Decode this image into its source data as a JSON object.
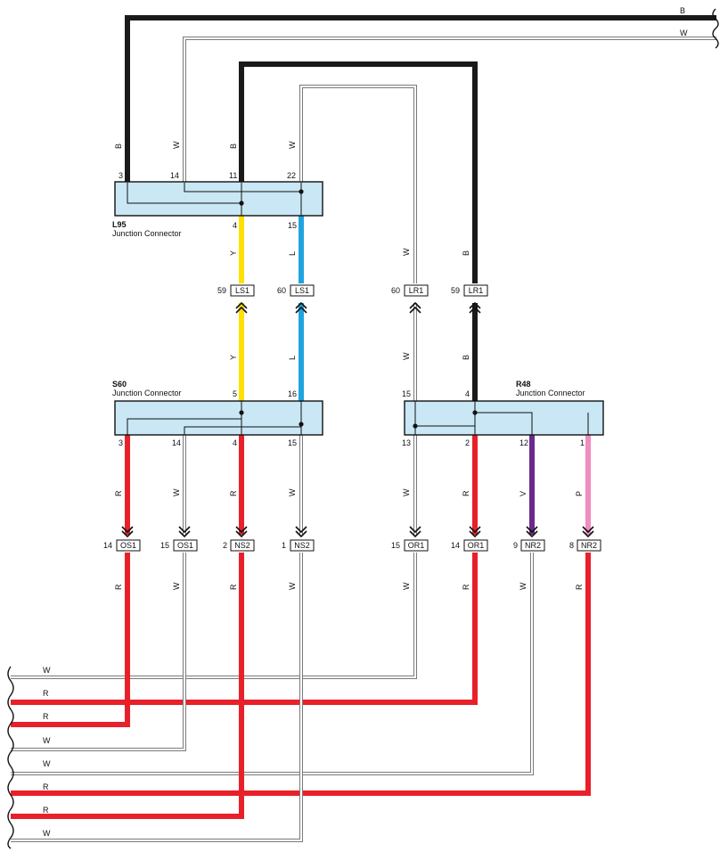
{
  "colors": {
    "B": "#1a1a1a",
    "R": "#e8202a",
    "Y": "#ffe000",
    "L": "#1fa4e0",
    "V": "#6a2a8c",
    "P": "#ef8cc0",
    "box": "#c9e7f5"
  },
  "connectors": {
    "l95": {
      "id": "L95",
      "title": "Junction Connector"
    },
    "s60": {
      "id": "S60",
      "title": "Junction Connector"
    },
    "r48": {
      "id": "R48",
      "title": "Junction Connector"
    }
  },
  "pins": {
    "l95_top": [
      "3",
      "14",
      "11",
      "22"
    ],
    "l95_bottom": [
      "4",
      "15"
    ],
    "s60_top": [
      "5",
      "16"
    ],
    "s60_bottom": [
      "3",
      "14",
      "4",
      "15"
    ],
    "r48_top": [
      "15",
      "4"
    ],
    "r48_bottom": [
      "13",
      "2",
      "12",
      "1"
    ]
  },
  "tags": {
    "ls1_a": {
      "name": "LS1",
      "pin": "59"
    },
    "ls1_b": {
      "name": "LS1",
      "pin": "60"
    },
    "lr1_a": {
      "name": "LR1",
      "pin": "60"
    },
    "lr1_b": {
      "name": "LR1",
      "pin": "59"
    },
    "os1_a": {
      "name": "OS1",
      "pin": "14"
    },
    "os1_b": {
      "name": "OS1",
      "pin": "15"
    },
    "ns2_a": {
      "name": "NS2",
      "pin": "2"
    },
    "ns2_b": {
      "name": "NS2",
      "pin": "1"
    },
    "or1_a": {
      "name": "OR1",
      "pin": "15"
    },
    "or1_b": {
      "name": "OR1",
      "pin": "14"
    },
    "nr2_a": {
      "name": "NR2",
      "pin": "9"
    },
    "nr2_b": {
      "name": "NR2",
      "pin": "8"
    }
  },
  "wire_labels": {
    "top_right_b": "B",
    "top_right_w": "W",
    "l95_in": [
      "B",
      "W",
      "B",
      "W"
    ],
    "l95_to_ls1": [
      "Y",
      "L"
    ],
    "ls1_to_s60": [
      "Y",
      "L"
    ],
    "lr1_upper": [
      "W",
      "B"
    ],
    "lr1_lower": [
      "W",
      "B"
    ],
    "s60_down": [
      "R",
      "W",
      "R",
      "W"
    ],
    "r48_down": [
      "W",
      "R",
      "V",
      "P"
    ],
    "below_tags": [
      "R",
      "W",
      "R",
      "W",
      "W",
      "R",
      "W",
      "R"
    ],
    "left_bus": [
      "W",
      "R",
      "R",
      "W",
      "W",
      "R",
      "R",
      "W"
    ]
  }
}
